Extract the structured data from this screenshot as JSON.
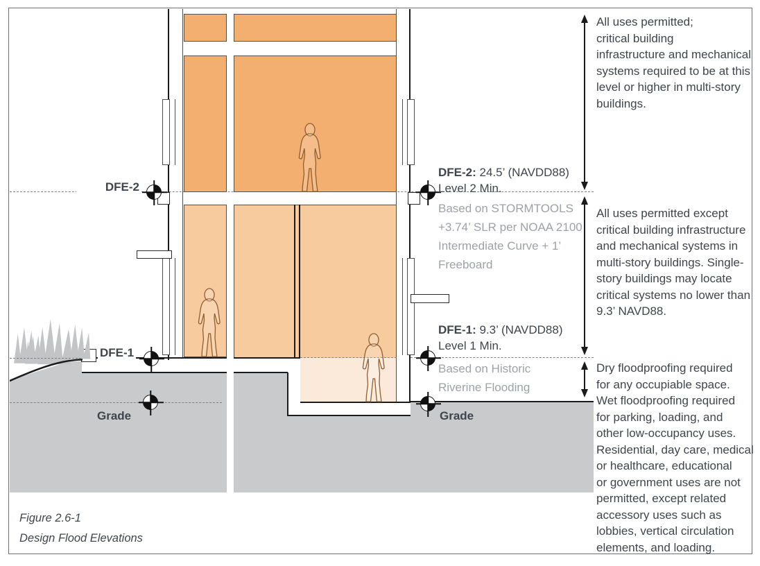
{
  "figure": {
    "number": "Figure 2.6-1",
    "title": "Design Flood Elevations"
  },
  "left_labels": {
    "dfe2": "DFE-2",
    "dfe1": "DFE-1",
    "grade": "Grade"
  },
  "elevations": {
    "dfe2": {
      "label": "DFE-2:",
      "value": " 24.5’ (NAVDD88)",
      "level": "Level 2 Min.",
      "basis": "Based on STORMTOOLS\n+3.74’ SLR per NOAA 2100\nIntermediate Curve + 1’\nFreeboard"
    },
    "dfe1": {
      "label": "DFE-1:",
      "value": " 9.3’ (NAVDD88)",
      "level": "Level 1 Min.",
      "basis": "Based on Historic\nRiverine Flooding"
    },
    "grade_right": "Grade"
  },
  "use_notes": [
    "All uses permitted;\ncritical building\ninfrastructure and mechanical\nsystems required to be at this\nlevel or higher in multi-story\nbuildings.",
    "All uses permitted except\ncritical building infrastructure\nand mechanical systems in\nmulti-story buildings. Single-\nstory buildings may locate\ncritical systems no lower than\n9.3’ NAVD88.",
    "Dry floodproofing required\nfor any occupiable space.\nWet floodproofing required\nfor parking, loading, and\nother low-occupancy uses.\nResidential, day care, medical\nor healthcare, educational\nor government uses are not\npermitted, except related\naccessory uses such as\nlobbies, vertical circulation\nelements, and loading."
  ],
  "symbols": {
    "benchmark_marker": "survey-benchmark-icon",
    "dimension_arrow": "double-headed-arrow",
    "person": "person-silhouette"
  },
  "colors": {
    "floor_upper": "#f3af6f",
    "floor_level1": "#f8cb9f",
    "floor_below_dfe1": "#fbe9da",
    "ground": "#c9cacb",
    "text_dark": "#3f454c",
    "text_gray": "#9da2a8",
    "line": "#1b1b1b"
  }
}
